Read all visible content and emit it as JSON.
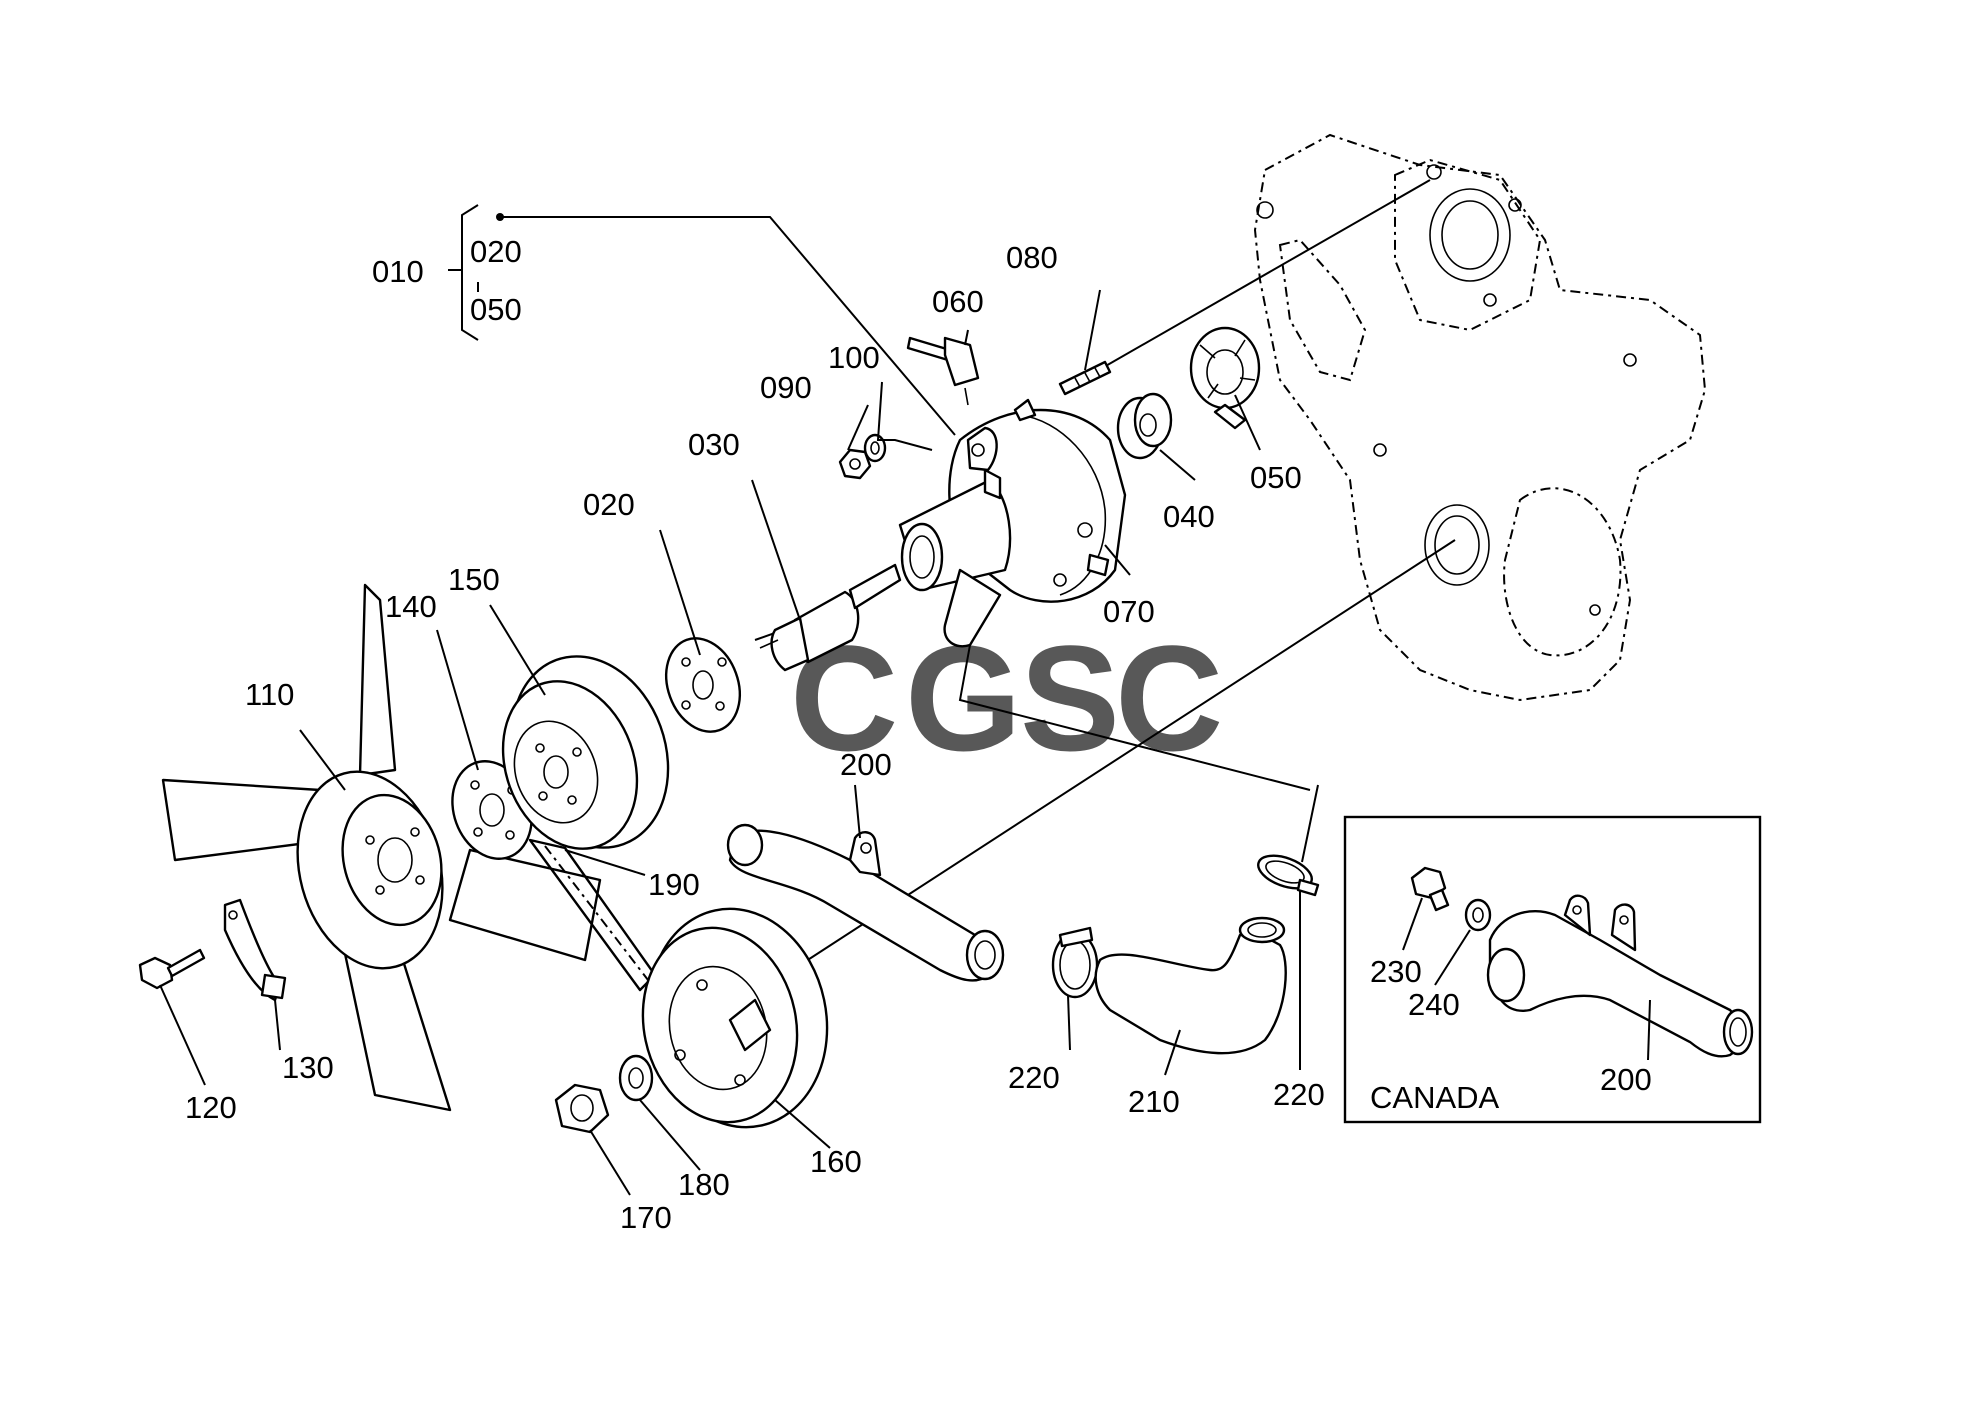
{
  "watermark": {
    "letters": [
      {
        "char": "C",
        "color": "#6fa4ee"
      },
      {
        "char": "G",
        "color": "#ec7f78"
      },
      {
        "char": "S",
        "color": "#f7d36b"
      },
      {
        "char": "C",
        "color": "#6fba8e"
      }
    ]
  },
  "group_bracket": {
    "parent": "010",
    "first": "020",
    "last": "050"
  },
  "labels": {
    "p020": "020",
    "p030": "030",
    "p040": "040",
    "p050": "050",
    "p060": "060",
    "p070": "070",
    "p080": "080",
    "p090": "090",
    "p100": "100",
    "p110": "110",
    "p120": "120",
    "p130": "130",
    "p140": "140",
    "p150": "150",
    "p160": "160",
    "p170": "170",
    "p180": "180",
    "p190": "190",
    "p200": "200",
    "p210": "210",
    "p220a": "220",
    "p220b": "220"
  },
  "inset": {
    "region_label": "CANADA",
    "labels": {
      "p230": "230",
      "p240": "240",
      "p200": "200"
    }
  }
}
